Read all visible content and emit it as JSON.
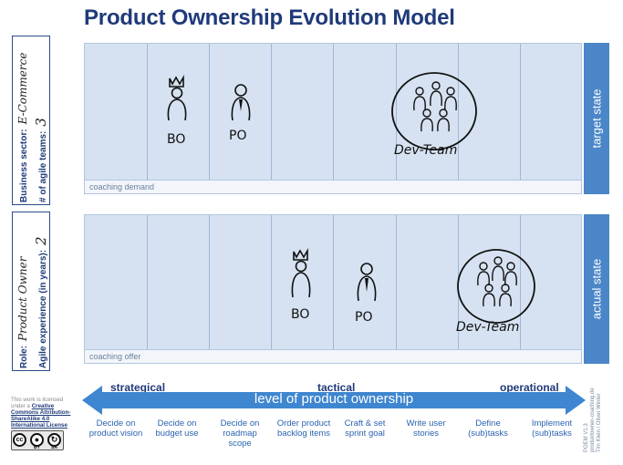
{
  "title": "Product Ownership Evolution Model",
  "sidebar": {
    "business_sector_label": "Business sector:",
    "business_sector_value": "E-Commerce",
    "agile_teams_label": "# of agile teams:",
    "agile_teams_value": "3",
    "role_label": "Role:",
    "role_value": "Product Owner",
    "experience_label": "Agile experience (in years):",
    "experience_value": "2"
  },
  "target": {
    "state_label": "target state",
    "footer_label": "coaching demand",
    "bo_label": "BO",
    "po_label": "PO",
    "team_label": "Dev-Team"
  },
  "actual": {
    "state_label": "actual state",
    "footer_label": "coaching offer",
    "bo_label": "BO",
    "po_label": "PO",
    "team_label": "Dev-Team"
  },
  "scale": {
    "arrow_label": "level of product ownership",
    "strategical": "strategical",
    "tactical": "tactical",
    "operational": "operational",
    "steps": [
      "Decide on product vision",
      "Decide on budget use",
      "Decide on roadmap scope",
      "Order product backlog items",
      "Craft & set sprint goal",
      "Write user stories",
      "Define (sub)tasks",
      "Implement (sub)tasks"
    ]
  },
  "license": {
    "prefix": "This work is licensed under a ",
    "link": "Creative Commons Attribution-ShareAlike 4.0 International License",
    "cc_badge": "cc",
    "by_label": "BY",
    "sa_label": "SA"
  },
  "credit": {
    "version": "POEM V1.3",
    "site": "produktowner-coaching.de",
    "authors": "Tim Klein / Oliver Winter"
  },
  "colors": {
    "title": "#1f3a7a",
    "panel": "#d6e2f1",
    "state_bar": "#4a86c8",
    "arrow": "#3f86d0",
    "step_text": "#2b63b0"
  }
}
